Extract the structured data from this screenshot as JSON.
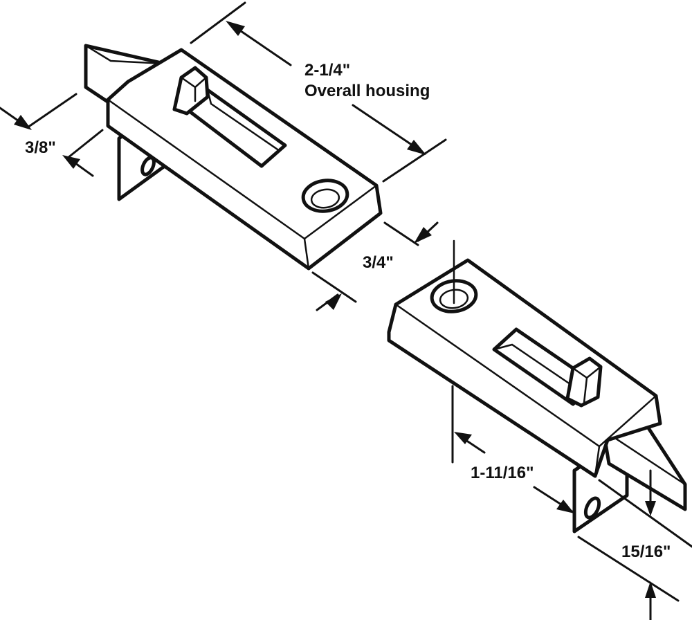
{
  "labels": {
    "overall_length": "2-1/4\"",
    "overall_caption": "Overall housing",
    "top_thickness": "3/8\"",
    "width": "3/4\"",
    "hole_to_tip": "1-11/16\"",
    "tongue_depth": "15/16\""
  },
  "colors": {
    "ink": "#111111",
    "background": "#ffffff"
  }
}
